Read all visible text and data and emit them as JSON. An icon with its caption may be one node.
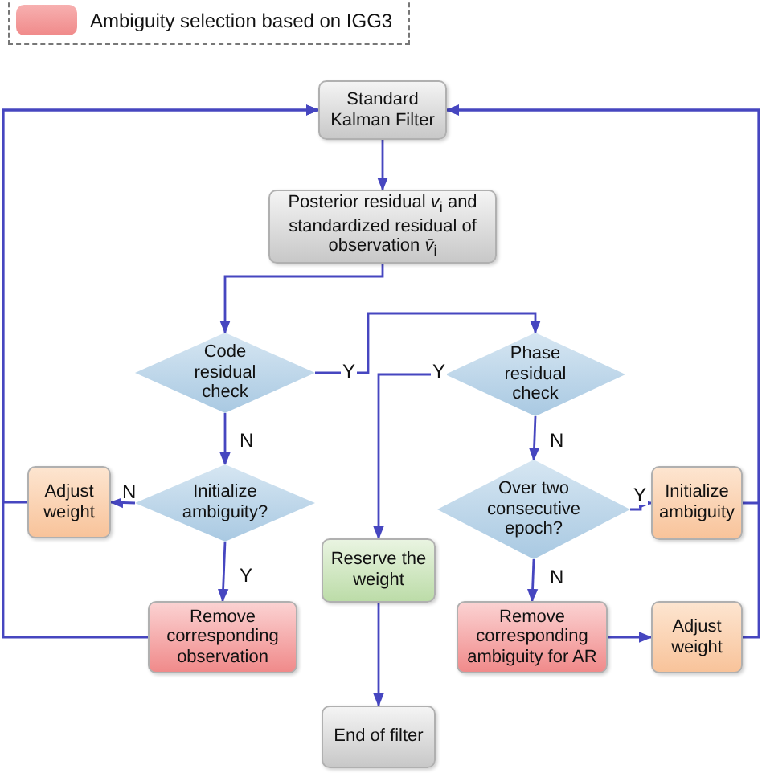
{
  "diagram": {
    "nodes": [
      {
        "text": [
          "Standard Kalman Filter"
        ]
      },
      {
        "text": [
          "Posterior residual *v*$_{i}$ and standardized residual of observation *v̄*$_{i}$"
        ]
      },
      {
        "text": [
          "Code residual check"
        ]
      },
      {
        "text": [
          "Phase residual check"
        ]
      },
      {
        "text": [
          "Adjust weight"
        ]
      },
      {
        "text": [
          "Initialize ambiguity?"
        ]
      },
      {
        "text": [
          "Over two consecutive epoch?"
        ]
      },
      {
        "text": [
          "Initialize ambiguity"
        ]
      },
      {
        "text": [
          "Reserve the weight"
        ]
      },
      {
        "text": [
          "Remove corresponding observation"
        ]
      },
      {
        "text": [
          "Remove corresponding ambiguity for AR"
        ]
      },
      {
        "text": [
          "Adjust weight"
        ]
      },
      {
        "text": [
          "End of filter"
        ]
      }
    ],
    "edges": [
      {
        "from": 0,
        "to": 1,
        "arrow": "to"
      },
      {
        "from": 1,
        "to": 2,
        "arrow": "to"
      },
      {
        "from": 2,
        "to": 3,
        "arrow": "to",
        "label": "Y"
      },
      {
        "from": 3,
        "to": 8,
        "arrow": "to",
        "label": "Y"
      },
      {
        "from": 2,
        "to": 5,
        "arrow": "to",
        "label": "N"
      },
      {
        "from": 3,
        "to": 6,
        "arrow": "to",
        "label": "N"
      },
      {
        "from": 5,
        "to": 4,
        "arrow": "to",
        "label": "N"
      },
      {
        "from": 5,
        "to": 9,
        "arrow": "to",
        "label": "Y"
      },
      {
        "from": 6,
        "to": 7,
        "arrow": "to",
        "label": "Y"
      },
      {
        "from": 6,
        "to": 10,
        "arrow": "to",
        "label": "N"
      },
      {
        "from": 10,
        "to": 11,
        "arrow": "to"
      },
      {
        "from": 8,
        "to": 12,
        "arrow": "to"
      },
      {
        "from": 4,
        "to": 0,
        "arrow": "to"
      },
      {
        "from": 9,
        "to": 0,
        "arrow": "to"
      },
      {
        "from": 7,
        "to": 0,
        "arrow": "to"
      },
      {
        "from": 11,
        "to": 0,
        "arrow": "to"
      }
    ],
    "legend": [
      {
        "text": "Ambiguity selection based on IGG3",
        "color": "#f08a8a"
      }
    ]
  }
}
